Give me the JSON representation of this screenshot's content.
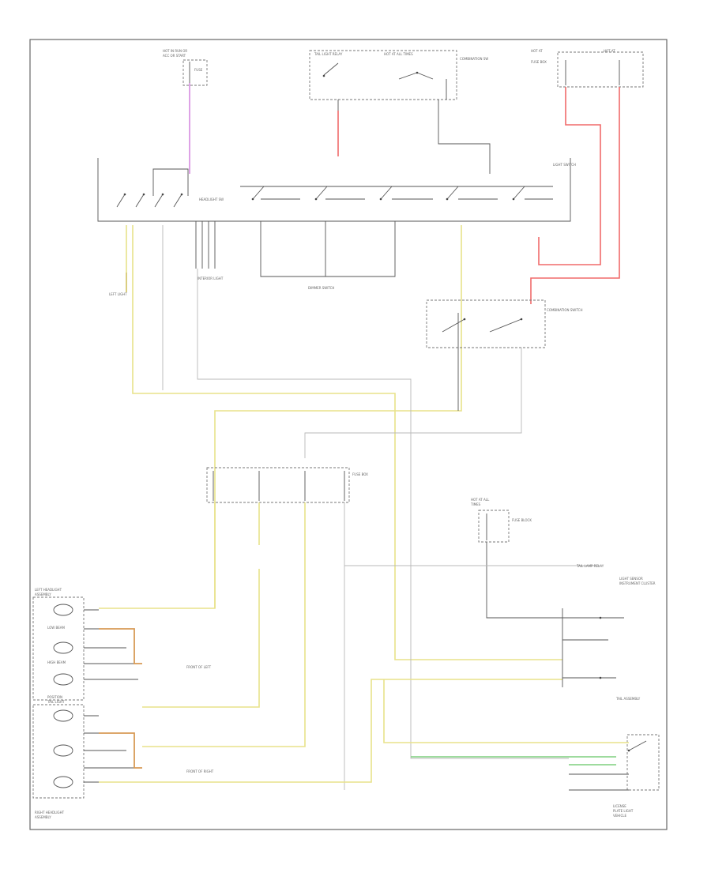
{
  "labels": {
    "hot_run_top": "HOT IN RUN OR",
    "hot_start_top": "ACC OR START",
    "relay_title": "TAIL LIGHT RELAY",
    "relay_sub": "COMBINATION SW",
    "hot_at_all": "HOT AT ALL TIMES",
    "hot_left": "HOT AT",
    "hot_right": "HOT AT",
    "fuse_box_right": "FUSE BOX",
    "light_switch": "LIGHT SWITCH",
    "dimmer_switch": "DIMMER SWITCH",
    "interior_light": "INTERIOR LIGHT",
    "headlight_sw": "HEADLIGHT SW",
    "combination_sw": "COMBINATION SWITCH",
    "left_light": "LEFT LIGHT",
    "fuse_left": "FUSE",
    "fuse_box": "FUSE BOX",
    "left_headlight": "LEFT HEADLIGHT",
    "assembly": "ASSEMBLY",
    "low_beam": "LOW BEAM",
    "high_beam": "HIGH BEAM",
    "position": "POSITION",
    "tail_light": "TAIL LIGHT",
    "right_headlight": "RIGHT HEADLIGHT",
    "right_assembly": "ASSEMBLY",
    "front_left": "FRONT OF LEFT",
    "front_right": "FRONT OF RIGHT",
    "hot_at_all2": "HOT AT ALL",
    "times": "TIMES",
    "fuse_block": "FUSE BLOCK",
    "tail_lamp_relay": "TAIL LAMP RELAY",
    "light_sensor": "LIGHT SENSOR",
    "instrument": "INSTRUMENT CLUSTER",
    "tail_assembly": "TAIL ASSEMBLY",
    "license": "LICENSE",
    "plate": "PLATE LIGHT",
    "vehicle": "VEHICLE"
  },
  "wire_colors": {
    "yellow": "#e8e28a",
    "red": "#f06a6a",
    "pink": "#d58be0",
    "orange": "#d79a55",
    "green": "#7fcf7f",
    "gray": "#b8b8b8"
  }
}
